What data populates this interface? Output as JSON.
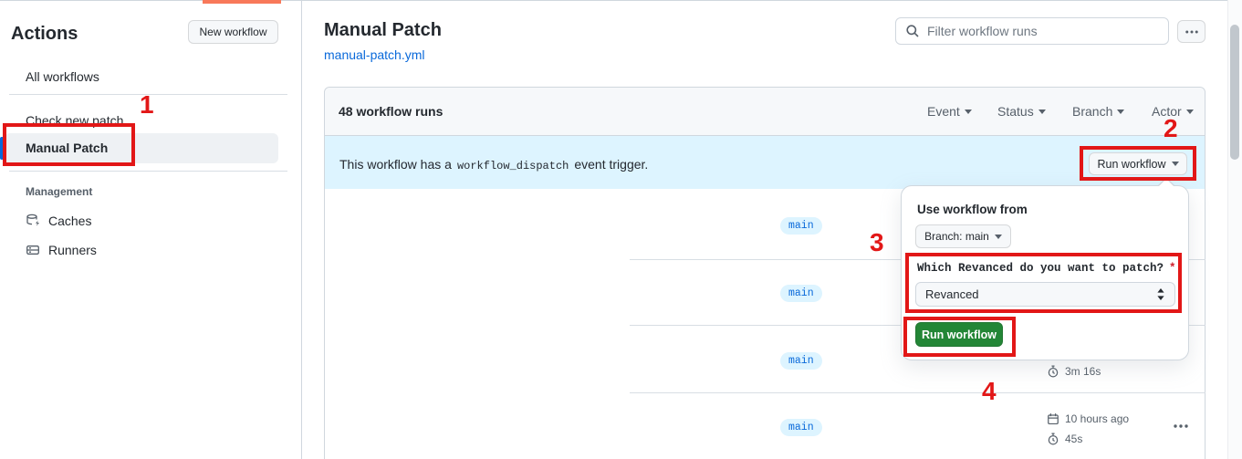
{
  "annotations": {
    "color": "#e21717",
    "step1": "1",
    "step2": "2",
    "step3": "3",
    "step4": "4"
  },
  "sidebar": {
    "title": "Actions",
    "new_workflow_button": "New workflow",
    "nav": {
      "all_workflows": "All workflows",
      "check_new_patch": "Check new patch",
      "manual_patch": "Manual Patch"
    },
    "management": {
      "label": "Management",
      "caches": "Caches",
      "runners": "Runners"
    }
  },
  "main": {
    "title": "Manual Patch",
    "file_link": "manual-patch.yml",
    "search_placeholder": "Filter workflow runs"
  },
  "runs_panel": {
    "count_label": "48 workflow runs",
    "filters": [
      {
        "label": "Event"
      },
      {
        "label": "Status"
      },
      {
        "label": "Branch"
      },
      {
        "label": "Actor"
      }
    ],
    "banner": {
      "text_before": "This workflow has a",
      "code": "workflow_dispatch",
      "text_after": "event trigger.",
      "run_workflow_button": "Run workflow"
    },
    "rows": [
      {
        "branch": "main"
      },
      {
        "branch": "main"
      },
      {
        "branch": "main",
        "duration": "3m 16s"
      },
      {
        "branch": "main",
        "date": "10 hours ago",
        "duration": "45s"
      }
    ]
  },
  "popover": {
    "title": "Use workflow from",
    "branch_button": "Branch: main",
    "input_label": "Which Revanced do you want to patch?",
    "required_mark": "*",
    "select_value": "Revanced",
    "run_button": "Run workflow"
  },
  "colors": {
    "annotation_red": "#e21717",
    "accent_orange": "#f8795a",
    "link_blue": "#0969da",
    "banner_blue": "#ddf4ff",
    "button_green": "#238636",
    "selected_accent": "#0969da"
  }
}
